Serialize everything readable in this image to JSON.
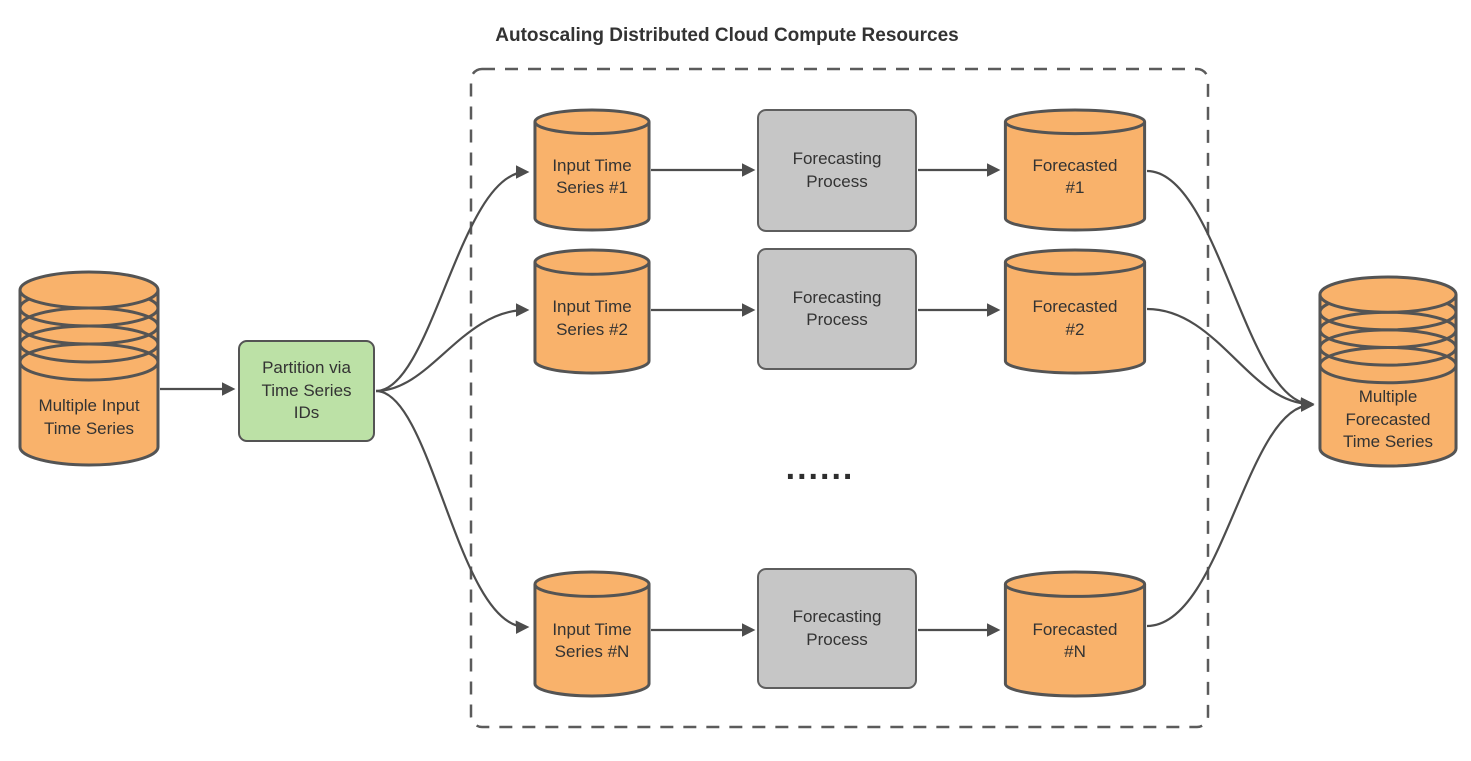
{
  "title": "Autoscaling Distributed Cloud Compute Resources",
  "ellipsis": "......",
  "colors": {
    "node_orange": "#F9B26B",
    "node_green": "#BCE1A6",
    "node_gray": "#C6C6C6",
    "shape_outline": "#545454",
    "connector": "#4D4D4D",
    "frame_dash": "#5B5B5B",
    "text": "#333333"
  },
  "nodes": {
    "input_store": {
      "label": "Multiple Input\nTime Series"
    },
    "partition": {
      "label": "Partition via\nTime Series\nIDs"
    },
    "output_store": {
      "label": "Multiple\nForecasted\nTime Series"
    },
    "rows": [
      {
        "input": "Input Time\nSeries #1",
        "process": "Forecasting\nProcess",
        "output": "Forecasted\n#1"
      },
      {
        "input": "Input Time\nSeries #2",
        "process": "Forecasting\nProcess",
        "output": "Forecasted\n#2"
      },
      {
        "input": "Input Time\nSeries #N",
        "process": "Forecasting\nProcess",
        "output": "Forecasted\n#N"
      }
    ]
  }
}
